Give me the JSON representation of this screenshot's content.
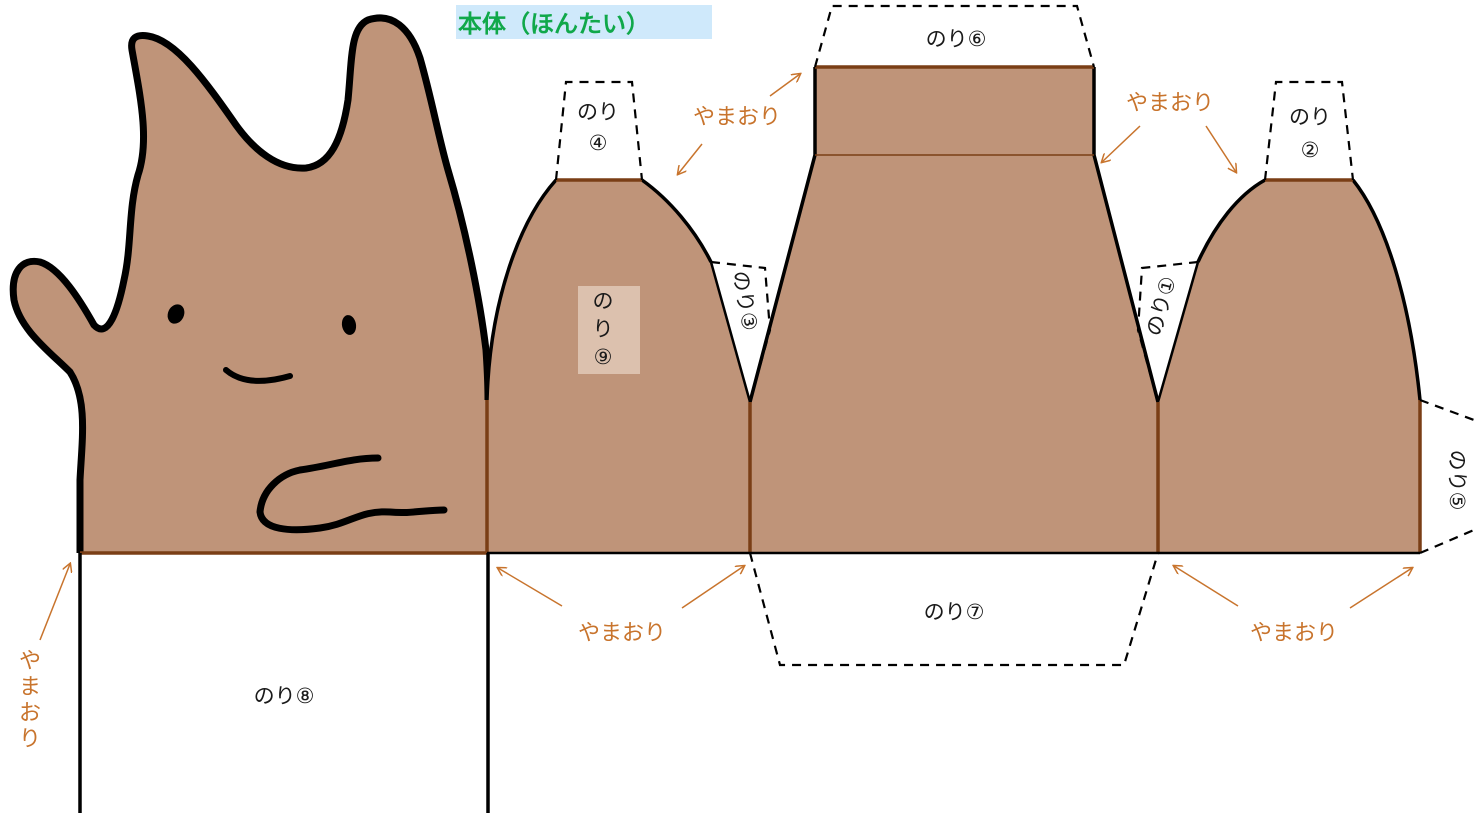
{
  "title": "本体（ほんたい）",
  "colors": {
    "body_fill": "#bf9479",
    "fold_line": "#7a3e16",
    "fold_text": "#c8742d",
    "title_text": "#10a84a",
    "title_bg": "#cfe9fb",
    "glue9_bg": "#dcc1ae"
  },
  "glue_tabs": {
    "g1": "のり①",
    "g2": "のり②",
    "g3": "のり③",
    "g4": "のり④",
    "g5": "のり⑤",
    "g6": "のり⑥",
    "g7": "のり⑦",
    "g8": "のり⑧",
    "g9": "のり⑨"
  },
  "fold_label": "やまおり"
}
